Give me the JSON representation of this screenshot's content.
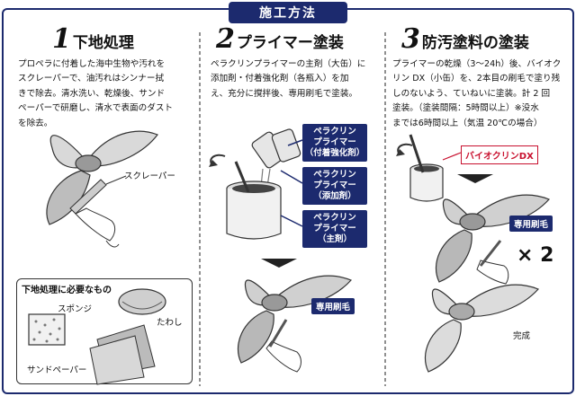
{
  "header": {
    "title": "施工方法"
  },
  "steps": [
    {
      "number": "1",
      "title": "下地処理",
      "description_lines": [
        "プロペラに付着した海中生物や汚れを",
        "スクレーパーで、油汚れはシンナー拭",
        "きで除去。清水洗い、乾燥後、サンド",
        "ペーパーで研磨し、清水で表面のダスト",
        "を除去。"
      ],
      "labels": {
        "scraper": "スクレーパー"
      },
      "tools": {
        "title": "下地処理に必要なもの",
        "sponge": "スポンジ",
        "scrub_brush": "たわし",
        "sandpaper": "サンドペーパー"
      }
    },
    {
      "number": "2",
      "title": "プライマー塗装",
      "description_lines": [
        "ペラクリンプライマーの主剤（大缶）に",
        "添加剤・付着強化剤（各瓶入）を加",
        "え、充分に撹拌後、専用刷毛で塗装。"
      ],
      "labels": {
        "adhesion": [
          "ペラクリン",
          "プライマー",
          "（付着強化剤）"
        ],
        "additive": [
          "ペラクリン",
          "プライマー",
          "（添加剤）"
        ],
        "main": [
          "ペラクリン",
          "プライマー",
          "（主剤）"
        ],
        "brush": "専用刷毛"
      }
    },
    {
      "number": "3",
      "title": "防汚塗料の塗装",
      "description_lines": [
        "プライマーの乾燥（3～24h）後、バイオク",
        "リン DX（小缶）を、2本目の刷毛で塗り残",
        "しのないよう、ていねいに塗装。計 2 回",
        "塗装。（塗装間隔：5時間以上）※没水",
        "までは6時間以上（気温 20℃の場合）"
      ],
      "labels": {
        "product": "バイオクリンDX",
        "brush": "専用刷毛",
        "times": "× 2",
        "complete": "完成"
      }
    }
  ],
  "colors": {
    "navy": "#1c2a6e",
    "red": "#c8102e"
  }
}
